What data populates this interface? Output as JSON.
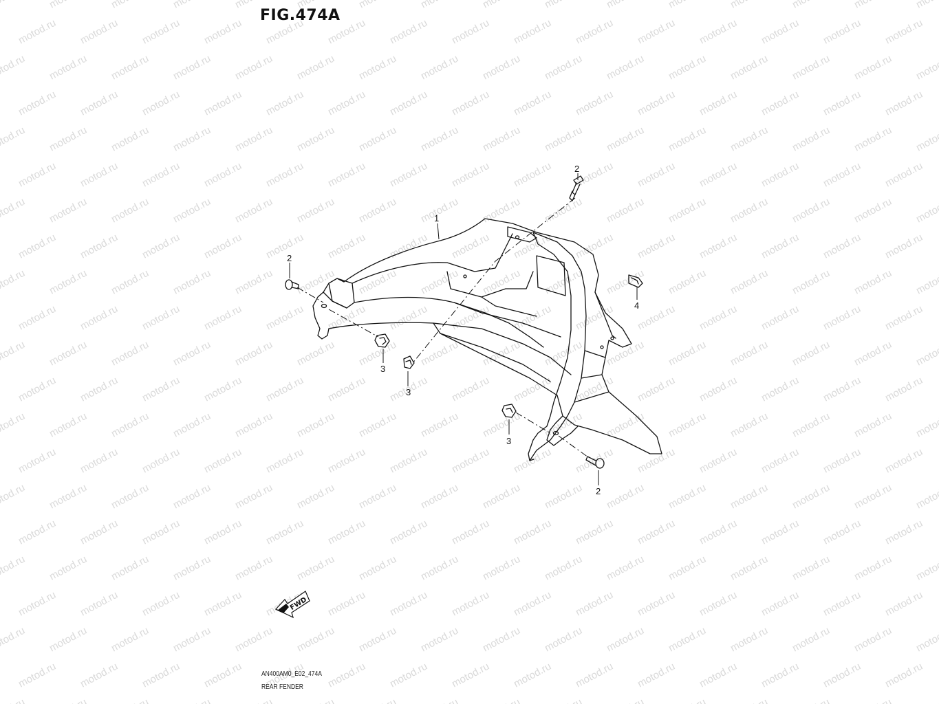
{
  "figure": {
    "title": "FIG.474A",
    "code": "AN400AM0_E02_474A",
    "name": "REAR FENDER"
  },
  "watermark": {
    "text": "motod.ru",
    "color": "#d9d9d9"
  },
  "fwd_label": "FWD",
  "callouts": [
    {
      "id": "1",
      "part": "rear-fender"
    },
    {
      "id": "2",
      "part": "bolt-top"
    },
    {
      "id": "2",
      "part": "bolt-left"
    },
    {
      "id": "2",
      "part": "bolt-bottom"
    },
    {
      "id": "3",
      "part": "nut-left"
    },
    {
      "id": "3",
      "part": "nut-mid"
    },
    {
      "id": "3",
      "part": "nut-right"
    },
    {
      "id": "4",
      "part": "clip"
    }
  ]
}
